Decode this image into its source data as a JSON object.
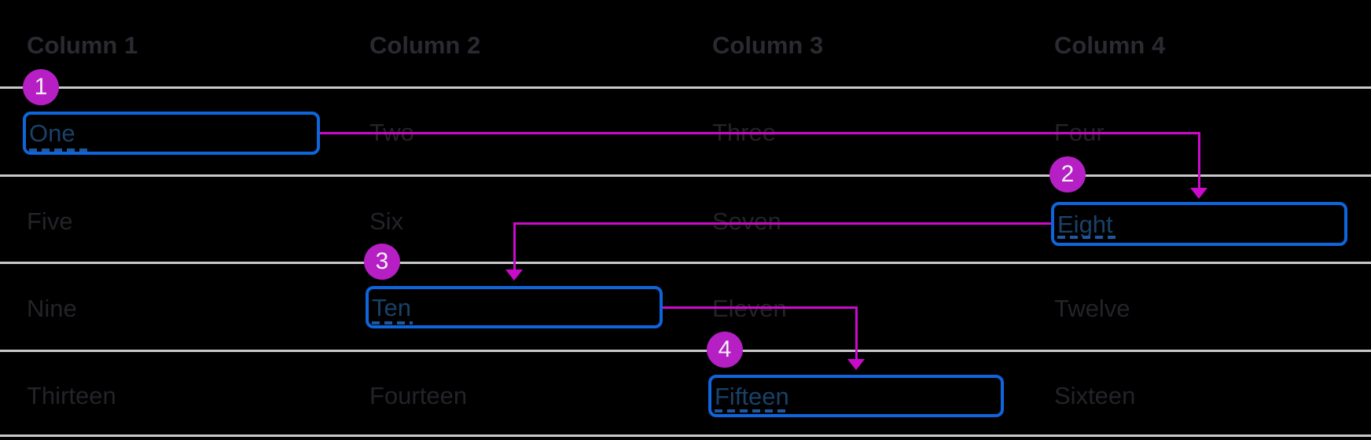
{
  "table": {
    "columns": [
      "Column 1",
      "Column 2",
      "Column 3",
      "Column 4"
    ],
    "rows": [
      [
        "One",
        "Two",
        "Three",
        "Four"
      ],
      [
        "Five",
        "Six",
        "Seven",
        "Eight"
      ],
      [
        "Nine",
        "Ten",
        "Eleven",
        "Twelve"
      ],
      [
        "Thirteen",
        "Fourteen",
        "Fifteen",
        "Sixteen"
      ]
    ]
  },
  "focus_sequence": {
    "steps": [
      {
        "label": "1",
        "cell": "One"
      },
      {
        "label": "2",
        "cell": "Eight"
      },
      {
        "label": "3",
        "cell": "Ten"
      },
      {
        "label": "4",
        "cell": "Fifteen"
      }
    ],
    "arrows": [
      {
        "from": "One",
        "to": "Eight"
      },
      {
        "from": "Eight",
        "to": "Ten"
      },
      {
        "from": "Ten",
        "to": "Fifteen"
      }
    ]
  },
  "colors": {
    "background": "#000000",
    "row_divider": "#c9c9c9",
    "header_text": "#2a2a31",
    "dimmed_cell_text": "#232329",
    "focus_ring_blue": "#0e65dc",
    "focused_link_text": "#1a4168",
    "link_underline_blue": "#2058a0",
    "annotation_flow_magenta": "#cc0acc",
    "step_badge_fill": "#b51fc4",
    "step_badge_text": "#f3f3f3"
  }
}
